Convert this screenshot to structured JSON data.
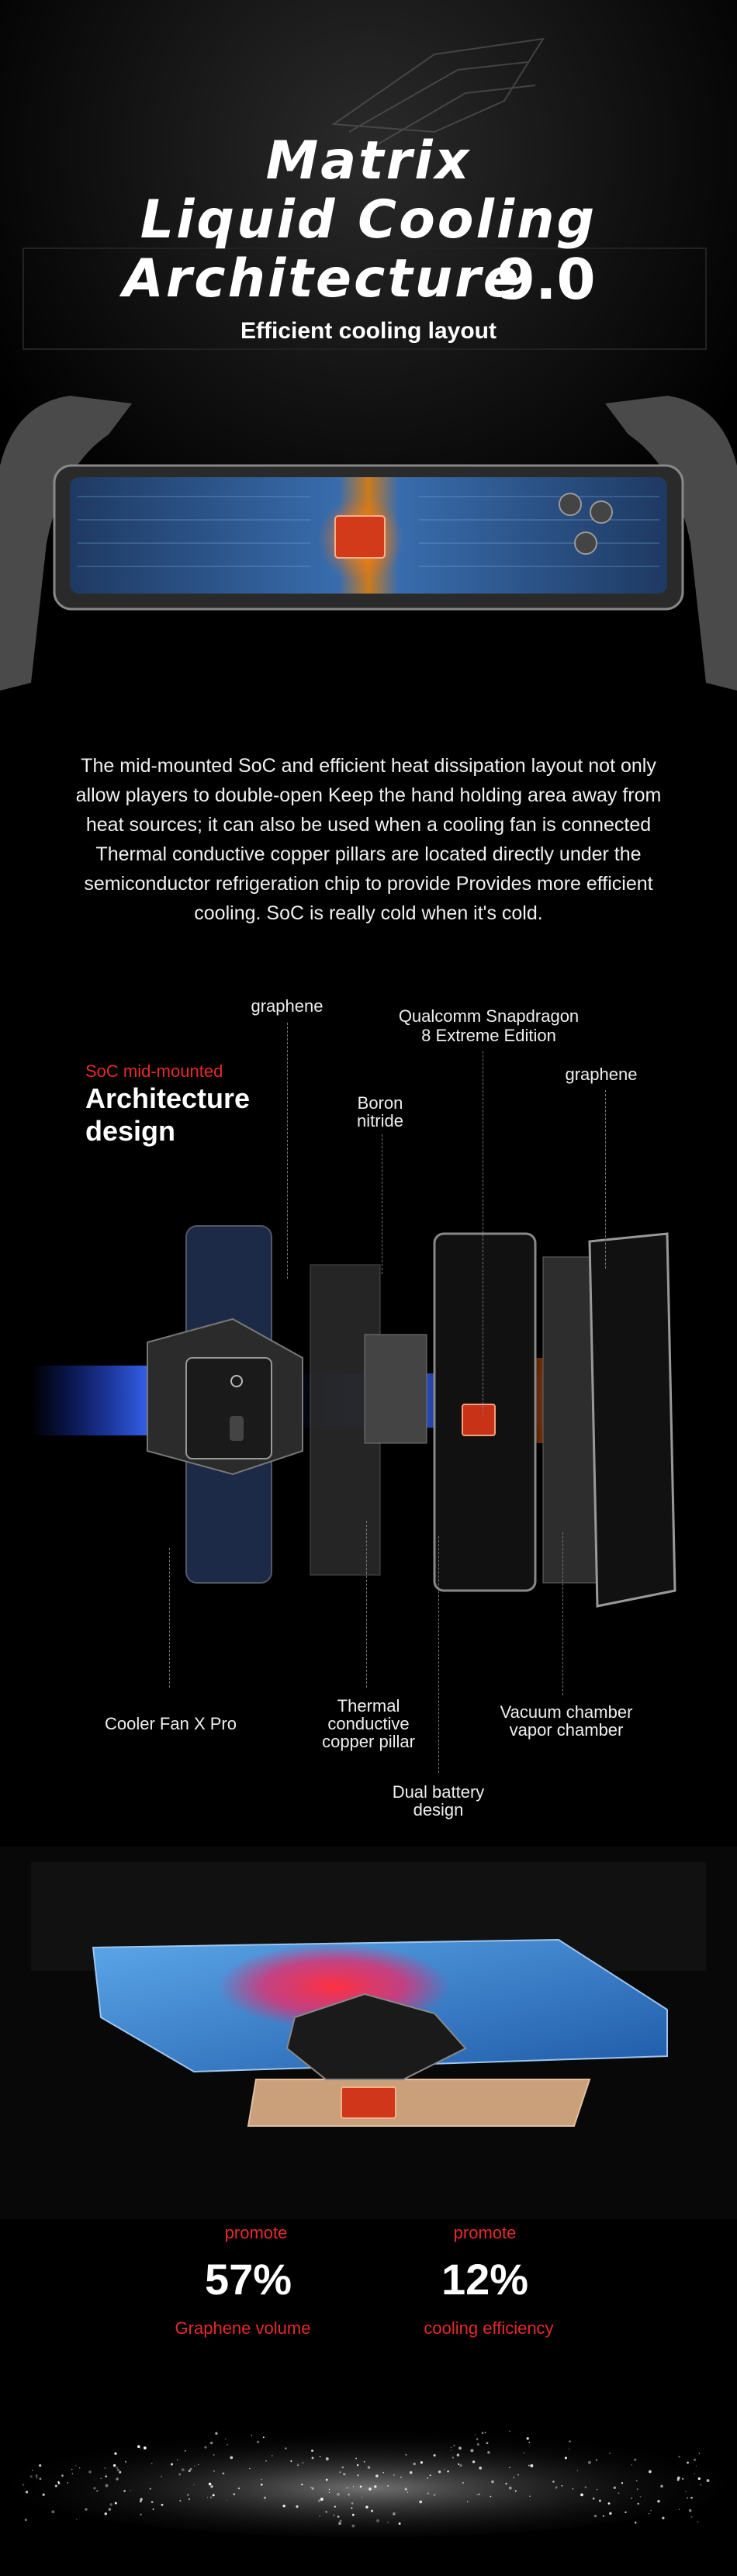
{
  "hero": {
    "title_lines": [
      "Matrix",
      "Liquid Cooling",
      "Architecture"
    ],
    "version": "9.0",
    "subtitle": "Efficient cooling layout"
  },
  "description": "The mid-mounted SoC and efficient heat dissipation layout not only allow players to double-open Keep the hand holding area away from heat sources; it can also be used when a cooling fan is connected Thermal conductive copper pillars are located directly under the semiconductor refrigeration chip to provide Provides more efficient cooling. SoC is really cold when it's cold.",
  "architecture": {
    "tag": "SoC mid-mounted",
    "title_line1": "Architecture",
    "title_line2": "design",
    "labels": {
      "graphene_left": "graphene",
      "snapdragon_line1": "Qualcomm Snapdragon",
      "snapdragon_line2": "8 Extreme Edition",
      "graphene_right": "graphene",
      "boron_line1": "Boron",
      "boron_line2": "nitride",
      "cooler_fan": "Cooler Fan X Pro",
      "thermal_line1": "Thermal",
      "thermal_line2": "conductive",
      "thermal_line3": "copper pillar",
      "vacuum_line1": "Vacuum chamber",
      "vacuum_line2": "vapor chamber",
      "battery_line1": "Dual battery",
      "battery_line2": "design"
    }
  },
  "stats": [
    {
      "tag": "promote",
      "value": "57%",
      "desc": "Graphene volume"
    },
    {
      "tag": "promote",
      "value": "12%",
      "desc": "cooling efficiency"
    }
  ],
  "colors": {
    "accent_red": "#e52a2a",
    "background": "#000000"
  }
}
